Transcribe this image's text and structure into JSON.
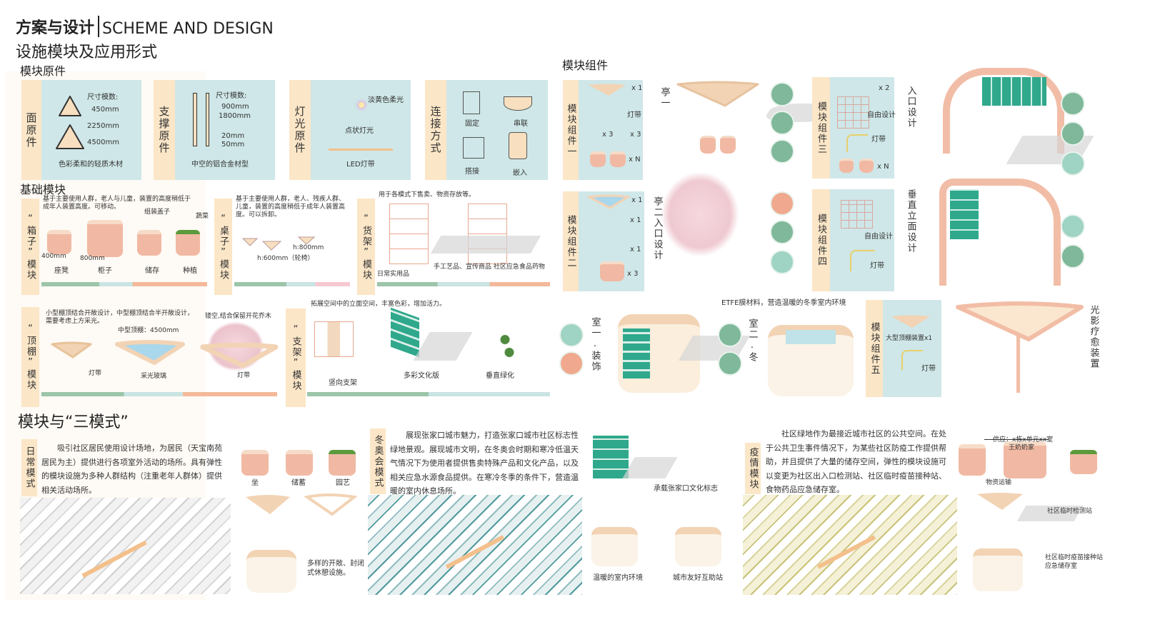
{
  "header": {
    "title_cn": "方案与设计",
    "title_en": "SCHEME AND DESIGN",
    "subtitle": "设施模块及应用形式"
  },
  "module_originals": {
    "heading": "模块原件",
    "face": {
      "label": "面原件",
      "size_title": "尺寸模数:",
      "sizes": [
        "450mm",
        "2250mm",
        "4500mm"
      ],
      "material": "色彩柔和的轻质木材"
    },
    "support": {
      "label": "支撑原件",
      "size_title": "尺寸模数:",
      "sizes": [
        "900mm",
        "1800mm",
        "20mm",
        "50mm"
      ],
      "material": "中空的铝合金材型"
    },
    "light": {
      "label": "灯光原件",
      "items": [
        "淡黄色柔光",
        "点状灯光",
        "LED灯带"
      ]
    },
    "connect": {
      "label": "连接方式",
      "items": [
        "固定",
        "串联",
        "搭接",
        "嵌入"
      ]
    }
  },
  "basic_modules": {
    "heading": "基础模块",
    "box": {
      "label": "“箱子”模块",
      "desc1": "基于主要使用人群，老人与儿童，装置的高度稍低于",
      "desc2": "成年人装置高度。可移动。",
      "lid": "组装盖子",
      "veg": "蔬菜",
      "h1": "400mm",
      "h2": "800mm",
      "uses": [
        "座凳",
        "柜子",
        "储存",
        "种植"
      ]
    },
    "table": {
      "label": "“桌子”模块",
      "desc1": "基于主要使用人群，老人、残疾人群、",
      "desc2": "儿童，装置的高度稍低于成年人装置高",
      "desc3": "度。可以拆卸。",
      "h1": "h:800mm",
      "h2": "h:600mm（轮椅）"
    },
    "shelf": {
      "label": "“货架”模块",
      "desc": "用于各模式下售卖、物资存放等。",
      "items": "手工艺品、宣传商品 社区应急食品药物",
      "daily": "日常实用品"
    },
    "canopy": {
      "label": "“顶棚”模块",
      "desc1": "小型棚顶结合开敞设计，中型棚顶结合半开敞设计，",
      "desc2": "需要考虑上方采光。",
      "mid": "中型顶棚：4500mm",
      "tree": "镂空,结合保留开花乔木",
      "light1": "灯带",
      "glass": "采光玻璃",
      "light2": "灯带"
    },
    "frame": {
      "label": "“支架”模块",
      "desc": "拓展空间中的立面空间，丰富色彩，增加活力。",
      "items": [
        "竖向支架",
        "多彩文化版",
        "垂直绿化"
      ]
    }
  },
  "module_components": {
    "heading": "模块组件",
    "c1": {
      "label": "模块组件一",
      "counts": [
        "x 1",
        "x 3",
        "x 3",
        "x N"
      ],
      "light": "灯带"
    },
    "c2": {
      "label": "模块组件二",
      "counts": [
        "x 1",
        "x 1",
        "x 1",
        "x 3"
      ]
    },
    "c3": {
      "label": "模块组件三",
      "counts": [
        "x 2",
        "x N"
      ],
      "free": "自由设计",
      "light": "灯带"
    },
    "c4": {
      "label": "模块组件四",
      "free": "自由设计",
      "light": "灯带"
    },
    "c5": {
      "label": "模块组件五",
      "big": "大型顶棚装置x1",
      "light": "灯带"
    },
    "pav1": "亭一",
    "pav2": "亭二入口设计",
    "entry": "入口设计",
    "vertical": "垂直立面设计",
    "room1": "室一.装饰",
    "room2": "室二.冬",
    "etfe": "ETFE膜材料，营造温暖的冬季室内环境",
    "healing": "光影疗愈装置"
  },
  "three_modes": {
    "heading": "模块与“三模式”",
    "daily": {
      "label": "日常模式",
      "text": "吸引社区居民使用设计场地，为居民（天宝南苑居民为主）提供进行各项室外活动的场所。具有弹性的模块设施为多种人群结构（注重老年人群体）提供相关活动场所。",
      "uses": [
        "坐",
        "储蓄",
        "园艺"
      ],
      "rest": "多样的开敞、封闭式休憩设施。"
    },
    "olympic": {
      "label": "冬奥会模式",
      "text": "展现张家口城市魅力，打造张家口城市社区标志性绿地景观。展现城市文明，在冬奥会时期和寒冷低温天气情况下为使用者提供售卖特殊产品和文化产品，以及相关应急水源食品提供。在寒冷冬季的条件下，营造温暖的室内休息场所。",
      "sign": "承载张家口文化标志",
      "warm": "温暖的室内环境",
      "station": "城市友好互助站"
    },
    "epidemic": {
      "label": "疫情模块",
      "text": "社区绿地作为最接近城市社区的公共空间。在处于公共卫生事件情况下，为某些社区防疫工作提供帮助，并且提供了大量的储存空间，弹性的模块设施可以变更为社区出入口检测站、社区临时疫苗接种站、食物药品应急储存室。",
      "supply1": "供应：x栋x单元xx室",
      "supply2": "王奶奶家",
      "transport": "物资运输",
      "test": "社区临时检测站",
      "vaccine1": "社区临时疫苗接种站",
      "vaccine2": "应急储存室"
    }
  },
  "colors": {
    "strip": "#fbe6c7",
    "panel": "#cfe7e8",
    "salmon": "#f1b9a3",
    "green": "#7fb89a",
    "teal": "#2fa88c"
  }
}
